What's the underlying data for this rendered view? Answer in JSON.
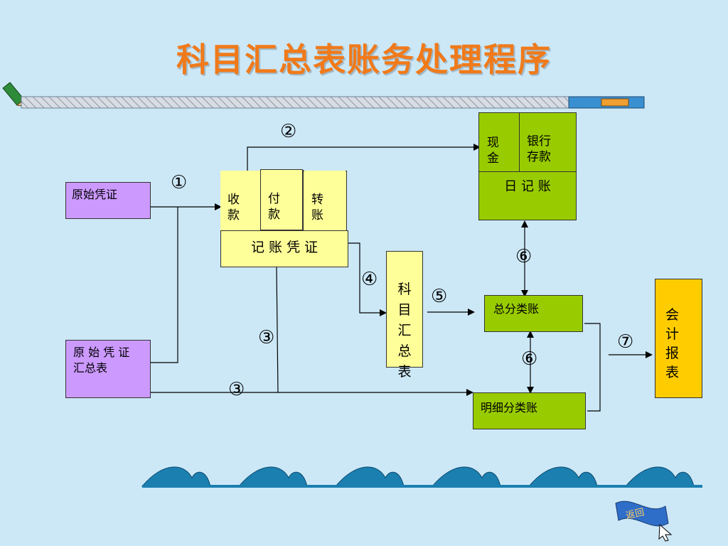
{
  "title": "科目汇总表账务处理程序",
  "boxes": {
    "original_voucher": "原始凭证",
    "original_summary": "原 始 凭 证 汇总表",
    "receipt": "收\n款",
    "payment": "付\n款",
    "transfer": "转\n账",
    "accounting_voucher": "记 账 凭 证",
    "cash": "现\n金",
    "bank_deposit": "银行\n存款",
    "journal": "日 记 账",
    "subject_summary": "科\n目\n汇\n总\n表",
    "general_ledger": "总分类账",
    "subsidiary_ledger": "明细分类账",
    "accounting_report": "会\n计\n报\n表"
  },
  "steps": {
    "s1": "①",
    "s2": "②",
    "s3a": "③",
    "s3b": "③",
    "s4": "④",
    "s5": "⑤",
    "s6a": "⑥",
    "s6b": "⑥",
    "s7": "⑦"
  },
  "icons": {
    "pencil": "pencil-icon",
    "waves": "wave-border",
    "back": "back-flag-icon"
  },
  "back_button": "返回",
  "colors": {
    "background": "#cce8f7",
    "title": "#f07a1a",
    "purple": "#cc99ff",
    "yellow": "#ffff99",
    "green": "#99cc00",
    "orange": "#ffcc00"
  }
}
